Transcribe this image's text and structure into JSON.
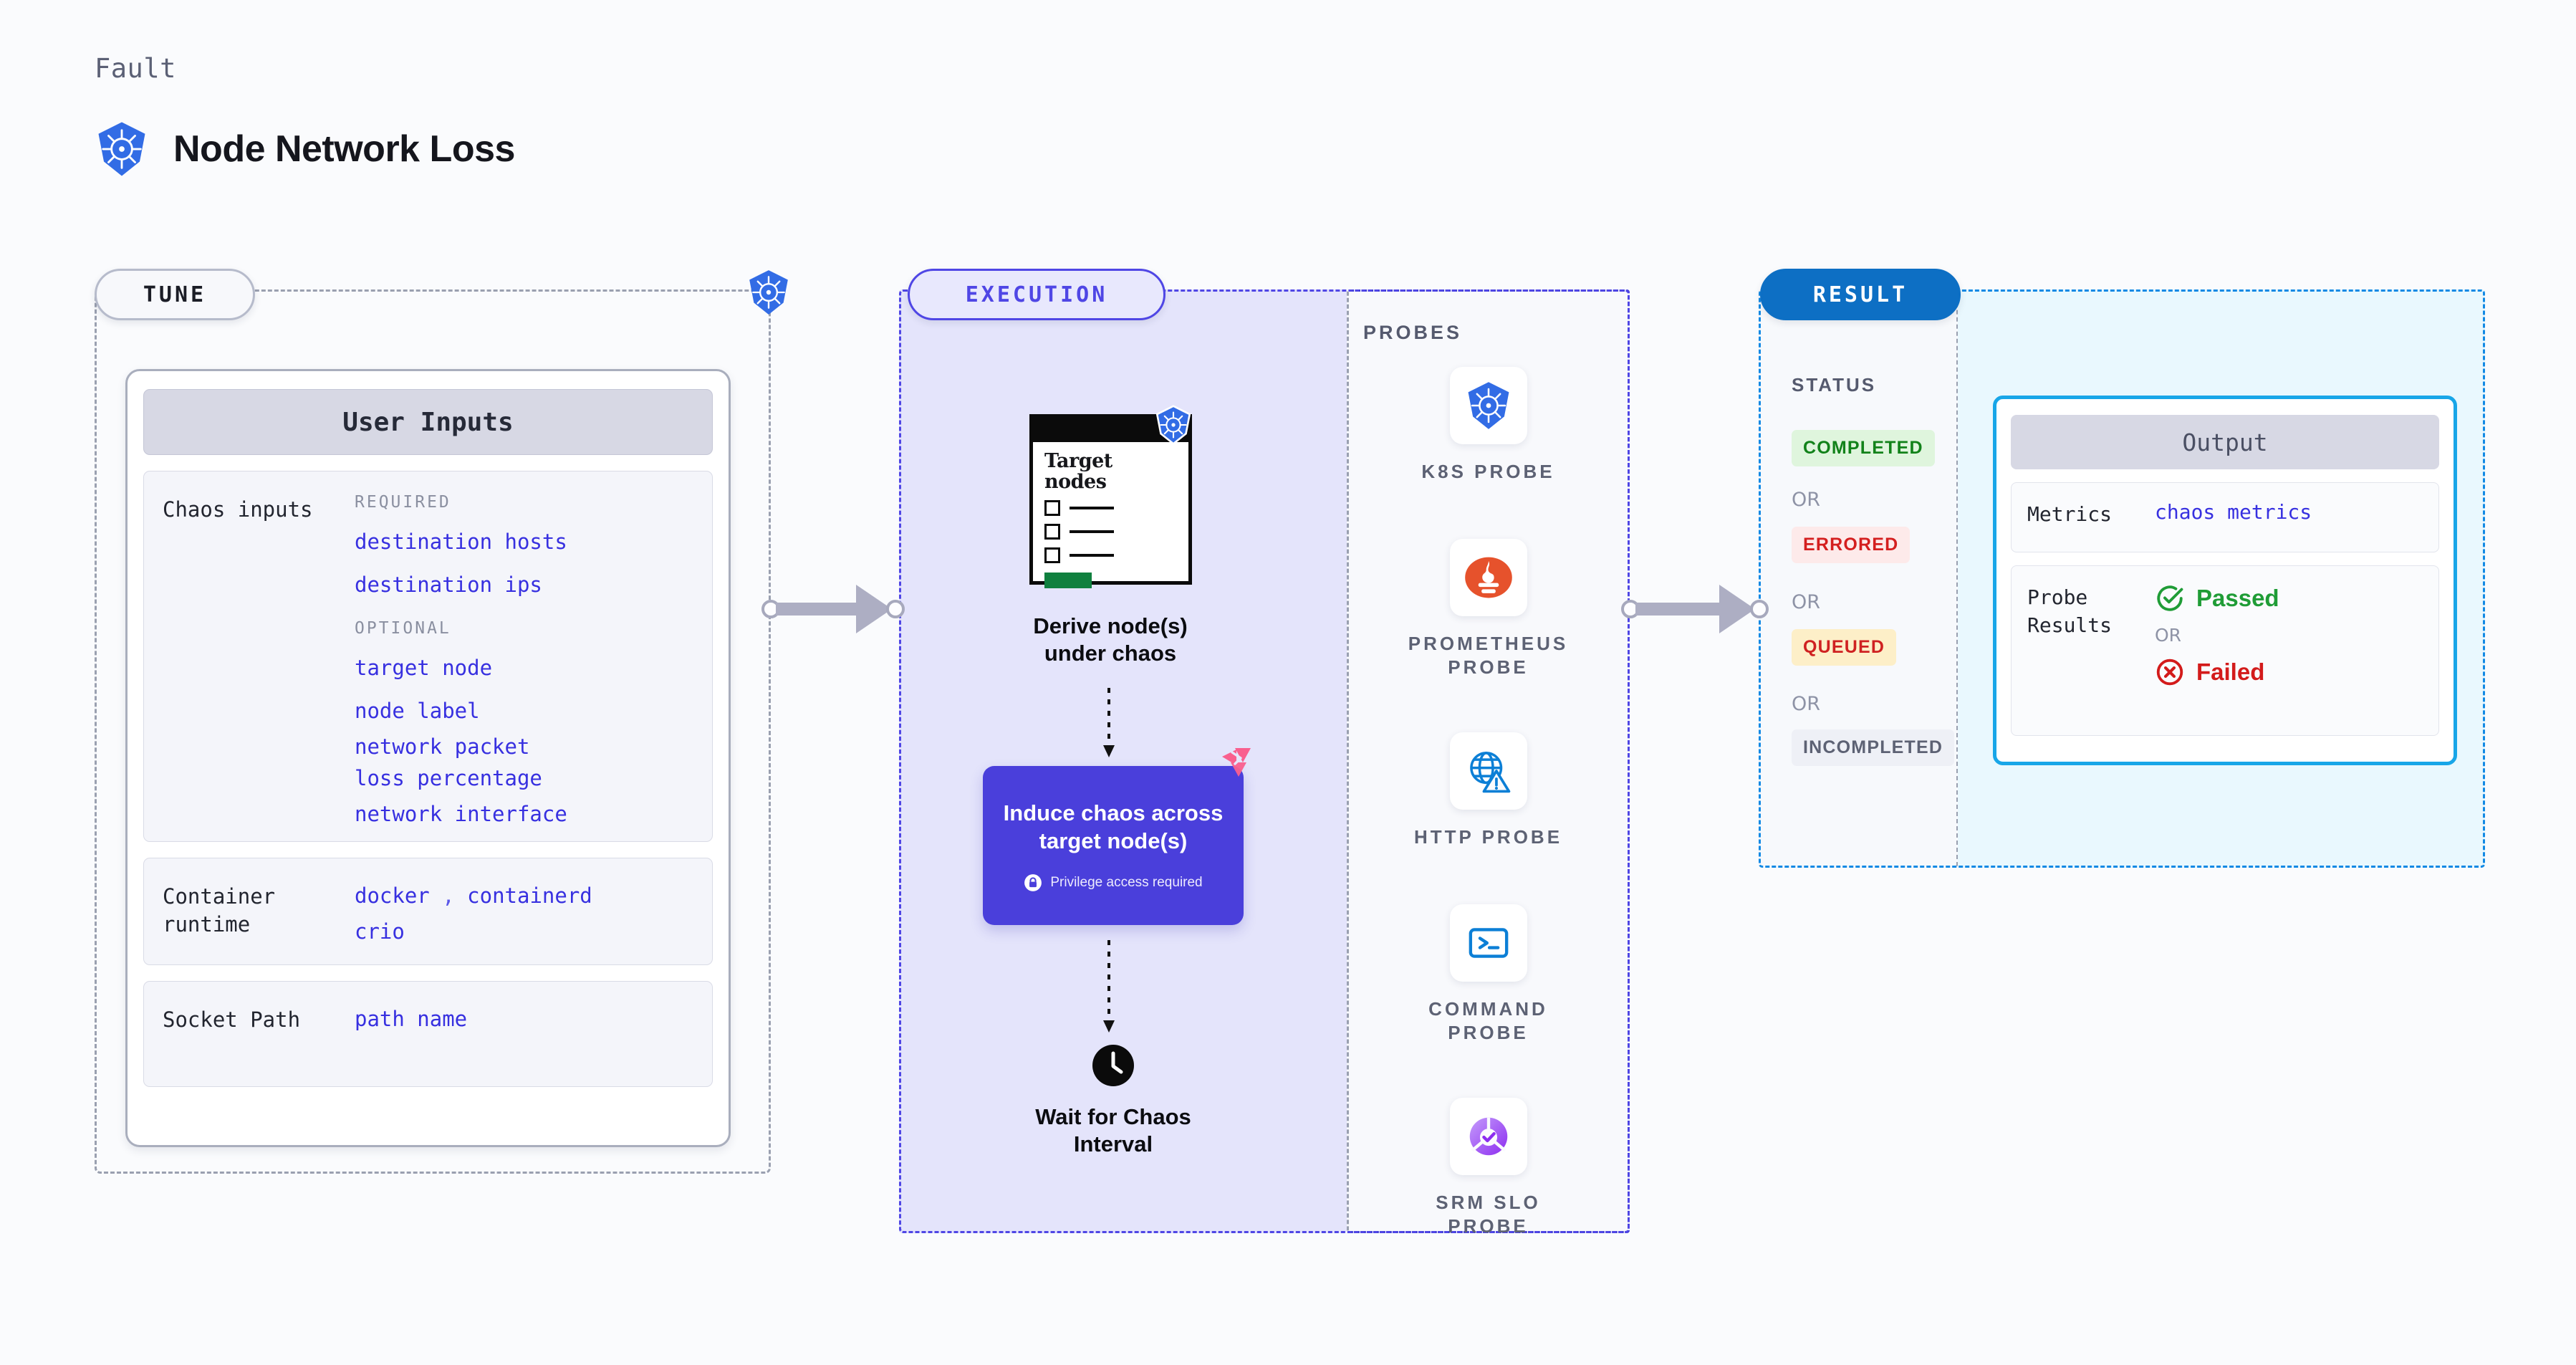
{
  "header": {
    "eyebrow": "Fault",
    "title": "Node Network Loss",
    "icon": "kubernetes-icon"
  },
  "stages": {
    "tune": "TUNE",
    "execution": "EXECUTION",
    "result": "RESULT"
  },
  "tune": {
    "card_title": "User Inputs",
    "sections": [
      {
        "label": "Chaos inputs",
        "groups": [
          {
            "title": "REQUIRED",
            "params": [
              "destination hosts",
              "destination ips"
            ]
          },
          {
            "title": "OPTIONAL",
            "params": [
              "target node",
              "node label",
              "network packet loss percentage",
              "network interface"
            ]
          }
        ]
      },
      {
        "label": "Container runtime",
        "values": [
          "docker",
          ",",
          "containerd",
          "crio"
        ]
      },
      {
        "label": "Socket Path",
        "values": [
          "path name"
        ]
      }
    ]
  },
  "execution": {
    "node_card": {
      "title_line1": "Target",
      "title_line2": "nodes",
      "icon": "kubernetes-icon"
    },
    "step1_caption_line1": "Derive node(s)",
    "step1_caption_line2": "under chaos",
    "chaos_box": {
      "title_line1": "Induce chaos across",
      "title_line2": "target node(s)",
      "privilege_note": "Privilege access required",
      "lock_icon": "lock-icon",
      "brand_icon": "litmus-logo-icon",
      "color": "#4a3fdb"
    },
    "step3_caption_line1": "Wait for Chaos",
    "step3_caption_line2": "Interval",
    "clock_icon": "clock-icon",
    "probes_title": "PROBES",
    "probes": [
      {
        "label_line1": "K8S  PROBE",
        "label_line2": "",
        "icon": "kubernetes-icon"
      },
      {
        "label_line1": "PROMETHEUS",
        "label_line2": "PROBE",
        "icon": "prometheus-icon"
      },
      {
        "label_line1": "HTTP  PROBE",
        "label_line2": "",
        "icon": "http-globe-warning-icon"
      },
      {
        "label_line1": "COMMAND",
        "label_line2": "PROBE",
        "icon": "terminal-icon"
      },
      {
        "label_line1": "SRM  SLO",
        "label_line2": "PROBE",
        "icon": "srm-slo-icon"
      }
    ]
  },
  "result": {
    "status_title": "STATUS",
    "statuses": [
      {
        "label": "COMPLETED",
        "bg": "#dff5dd",
        "fg": "#12821a"
      },
      {
        "label": "ERRORED",
        "bg": "#fdeaea",
        "fg": "#d41f1f"
      },
      {
        "label": "QUEUED",
        "bg": "#fdefc8",
        "fg": "#cf2121"
      },
      {
        "label": "INCOMPLETED",
        "bg": "#eef0f6",
        "fg": "#5d6274"
      }
    ],
    "or_label": "OR",
    "output": {
      "title": "Output",
      "metrics_label": "Metrics",
      "metrics_value": "chaos metrics",
      "probe_results_label_line1": "Probe",
      "probe_results_label_line2": "Results",
      "passed_label": "Passed",
      "failed_label": "Failed",
      "or_label": "OR",
      "passed_icon": "check-circle-icon",
      "failed_icon": "x-circle-icon"
    }
  },
  "colors": {
    "tune_accent": "#b6bbcb",
    "execution_accent": "#4f46e5",
    "result_accent": "#0d6fc4",
    "param_link": "#3730e0"
  }
}
